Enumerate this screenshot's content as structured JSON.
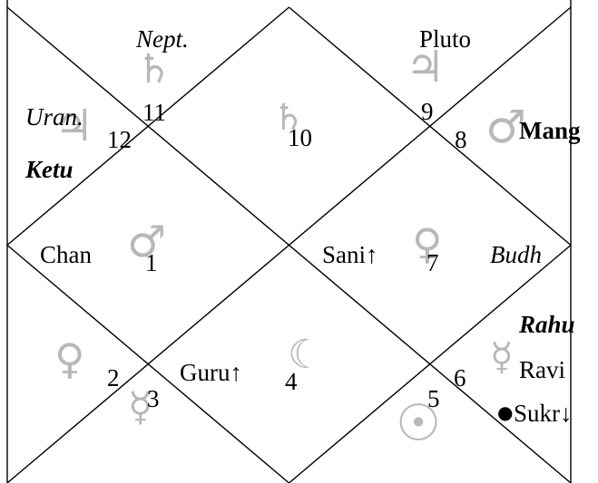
{
  "house_numbers": [
    "1",
    "2",
    "3",
    "4",
    "5",
    "6",
    "7",
    "8",
    "9",
    "10",
    "11",
    "12"
  ],
  "planets": {
    "nept": "Nept.",
    "pluto": "Pluto",
    "uran": "Uran.",
    "mang": "Mang",
    "ketu": "Ketu",
    "chan": "Chan",
    "sani": "Sani↑",
    "budh": "Budh",
    "rahu": "Rahu",
    "guru": "Guru↑",
    "ravi": "Ravi",
    "sukr": "Sukr↓"
  },
  "sign_glyphs": {
    "h11_saturn": "♄",
    "h9_jupiter": "♃",
    "h12_jupiter": "♃",
    "h10_saturn": "♄",
    "h8_mars": "♂",
    "h1_mars": "♂",
    "h7_venus": "♀",
    "h2_venus": "♀",
    "h4_moon": "☾",
    "h3_mercury": "☿",
    "h6_mercury": "☿",
    "h5_sun": "☉"
  },
  "colors": {
    "line": "#000000",
    "glyph": "#b8b8b8",
    "text": "#000000"
  }
}
